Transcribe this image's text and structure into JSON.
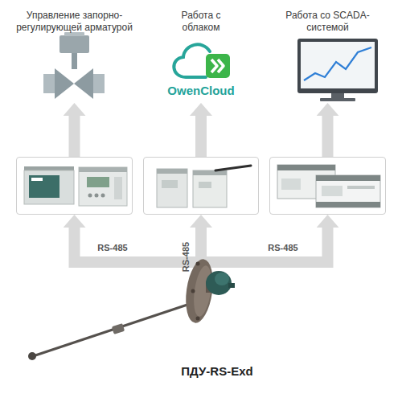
{
  "diagram": {
    "nodes": [
      {
        "text": [
          "Управление запорно-регулирующей арматурой"
        ]
      },
      {
        "text": [
          "Работа с облаком",
          "OwenCloud"
        ]
      },
      {
        "text": [
          "Работа со SCADA-системой"
        ]
      },
      {
        "text": []
      },
      {
        "text": []
      },
      {
        "text": []
      },
      {
        "text": [
          "ПДУ-RS-Exd"
        ]
      }
    ],
    "edges": [
      {
        "from": 6,
        "to": 3,
        "label": "RS-485",
        "arrow": "to"
      },
      {
        "from": 6,
        "to": 4,
        "label": "RS-485",
        "arrow": "to"
      },
      {
        "from": 6,
        "to": 5,
        "label": "RS-485",
        "arrow": "to"
      },
      {
        "from": 3,
        "to": 0,
        "arrow": "to"
      },
      {
        "from": 4,
        "to": 1,
        "arrow": "to"
      },
      {
        "from": 5,
        "to": 2,
        "arrow": "to"
      }
    ]
  }
}
